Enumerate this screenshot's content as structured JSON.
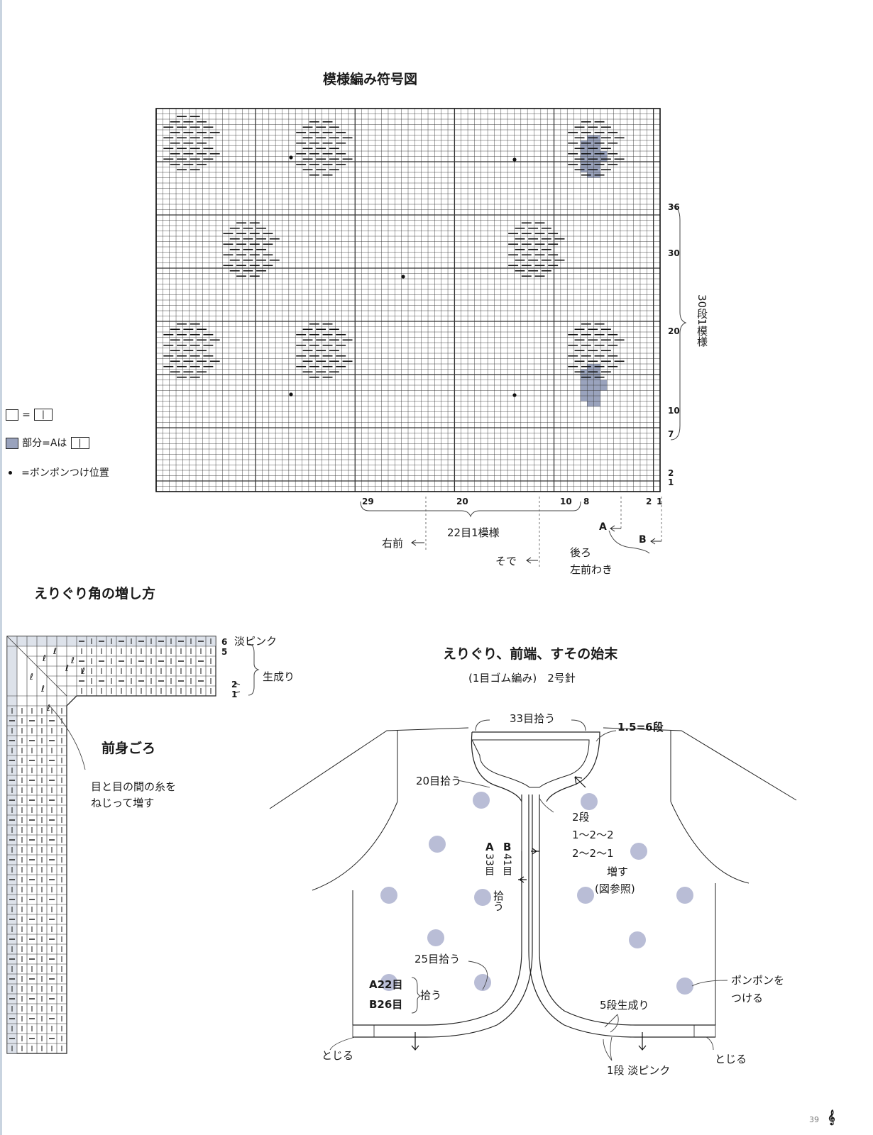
{
  "chart_title": "模様編み符号図",
  "row_labels": [
    "36",
    "30",
    "20",
    "10",
    "7",
    "2",
    "1"
  ],
  "row_repeat": "30段1模様",
  "col_labels": [
    "29",
    "20",
    "10",
    "8",
    "2",
    "1"
  ],
  "col_repeat": "22目1模様",
  "col_sections": {
    "right_front": "右前",
    "sleeve": "そで",
    "a": "A",
    "b": "B",
    "back": "後ろ",
    "left_front_side": "左前わき"
  },
  "legend": {
    "blank_eq": "=",
    "sym_one": "|",
    "shaded_label": "部分=Aは",
    "dot_label": "=ボンポンつけ位置"
  },
  "corner": {
    "title": "えりぐり角の増し方",
    "row6": "6",
    "row5": "5",
    "row2": "2",
    "row1": "1",
    "color_pink": "淡ピンク",
    "color_ecru": "生成り",
    "body_label": "前身ごろ",
    "inc_note": "目と目の間の糸を\nねじって増す"
  },
  "finish": {
    "title": "えりぐり、前端、すその始末",
    "subtitle": "(1目ゴム編み)　2号針",
    "pick33": "33目拾う",
    "rows_note": "1.5=6段",
    "pick20": "20目拾う",
    "inc_rows": "2段",
    "inc_a": "1〜2〜2",
    "inc_b": "2〜2〜1",
    "inc_label": "増す",
    "inc_ref": "(図参照)",
    "ab_a": "A",
    "ab_b": "B",
    "ab_a_val": "33目",
    "ab_b_val": "41目",
    "pick_word": "拾う",
    "pick25": "25目拾う",
    "hem_a": "A22目",
    "hem_b": "B26目",
    "hem_pick": "拾う",
    "ecru5": "5段生成り",
    "pompom": "ポンポンを\nつける",
    "bind_left": "とじる",
    "bind_right": "とじる",
    "pink1": "1段 淡ピンク"
  },
  "page_number": "39",
  "colors": {
    "shade": "#9aa3bd",
    "pompom": "#b9bdd6",
    "line": "#222222"
  }
}
